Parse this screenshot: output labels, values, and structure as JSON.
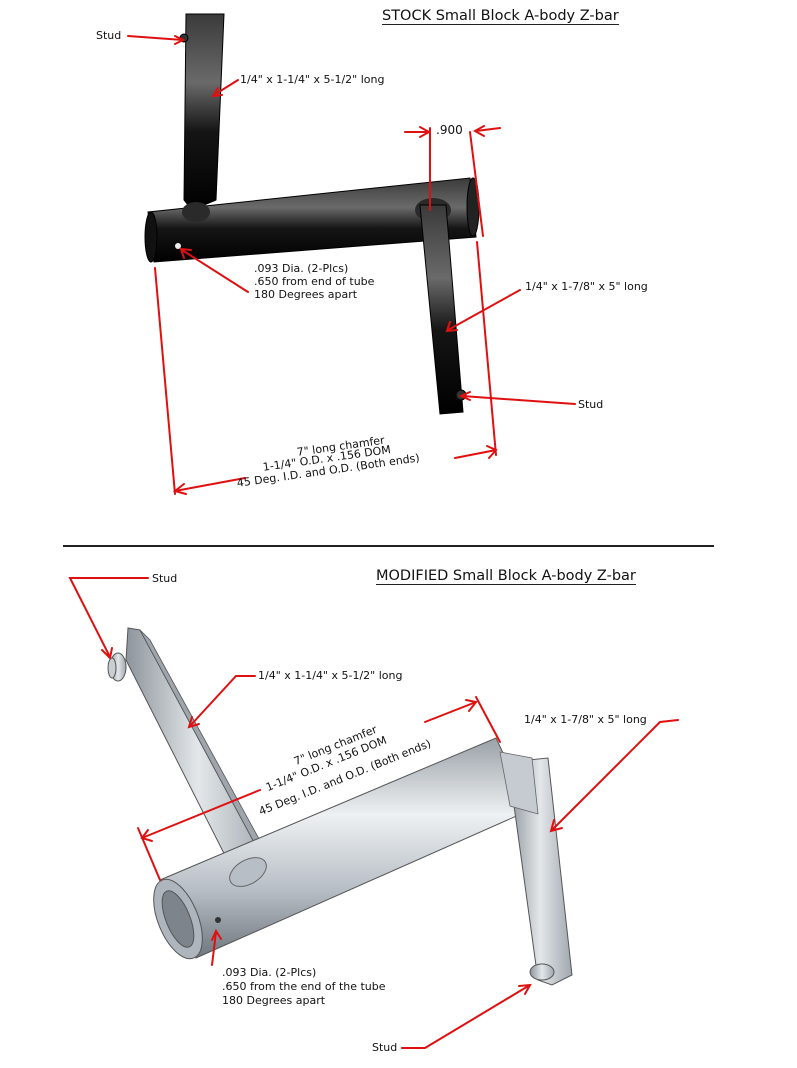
{
  "stock": {
    "title_caps": "STOCK",
    "title_rest": " Small Block A-body Z-bar",
    "stud_top_label": "Stud",
    "long_arm_label": "1/4\" x 1-1/4\" x 5-1/2\" long",
    "gap_label": ".900",
    "hole_lines": [
      ".093 Dia. (2-Plcs)",
      ".650 from end of tube",
      "180 Degrees apart"
    ],
    "short_arm_label": "1/4\" x 1-7/8\" x 5\" long",
    "stud_bottom_label": "Stud",
    "tube_lines": [
      "7\" long chamfer",
      "1-1/4\" O.D. x .156 DOM",
      "45 Deg. I.D. and O.D. (Both ends)"
    ]
  },
  "modified": {
    "title_caps": "MODIFIED",
    "title_rest": " Small Block A-body Z-bar",
    "stud_top_label": "Stud",
    "long_arm_label": "1/4\" x 1-1/4\" x 5-1/2\" long",
    "short_arm_label": "1/4\" x 1-7/8\" x 5\" long",
    "tube_lines": [
      "7\" long chamfer",
      "1-1/4\" O.D. x .156 DOM",
      "45 Deg. I.D. and O.D. (Both ends)"
    ],
    "hole_lines": [
      ".093 Dia. (2-Plcs)",
      ".650 from the end of the tube",
      "180 Degrees apart"
    ],
    "stud_bottom_label": "Stud"
  },
  "colors": {
    "annotation": "#e01010",
    "stock_part": "#111111",
    "modified_part": "#c7ccd1"
  }
}
